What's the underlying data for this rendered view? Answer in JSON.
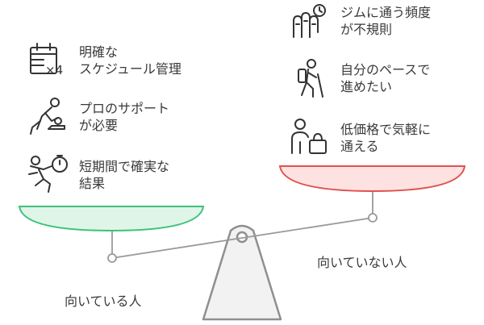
{
  "left_group": {
    "label": "向いている人",
    "items": [
      {
        "line1": "明確な",
        "line2": "スケジュール管理",
        "icon": "calendar-x4-icon"
      },
      {
        "line1": "プロのサポート",
        "line2": "が必要",
        "icon": "trainer-support-icon"
      },
      {
        "line1": "短期間で確実な",
        "line2": "結果",
        "icon": "running-stopwatch-icon"
      }
    ]
  },
  "right_group": {
    "label": "向いていない人",
    "items": [
      {
        "line1": "ジムに通う頻度",
        "line2": "が不規則",
        "icon": "fingers-clock-icon"
      },
      {
        "line1": "自分のペースで",
        "line2": "進めたい",
        "icon": "hiker-icon"
      },
      {
        "line1": "低価格で気軽に",
        "line2": "通える",
        "icon": "person-bag-icon"
      }
    ]
  },
  "colors": {
    "left_pan_fill": "#dff5e8",
    "left_pan_stroke": "#3cc27a",
    "right_pan_fill": "#fde2e1",
    "right_pan_stroke": "#e0524e",
    "beam": "#9a9a9a",
    "fulcrum_fill": "#f2f2f2",
    "fulcrum_stroke": "#8f8f8f"
  }
}
